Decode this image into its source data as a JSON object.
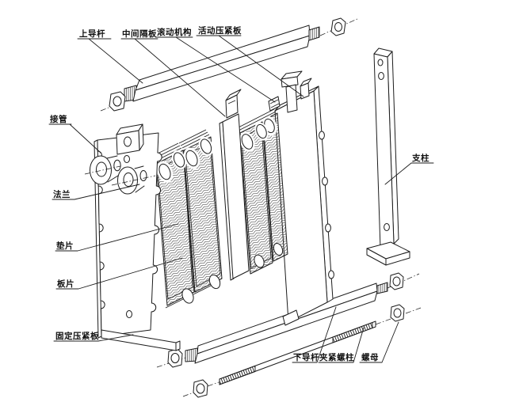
{
  "colors": {
    "background": "#ffffff",
    "line": "#1c1c1c"
  },
  "labels": {
    "upper_guide_rod": "上导杆",
    "middle_partition_plate": "中间隔板",
    "rolling_mechanism": "滚动机构",
    "movable_pressure_plate": "活动压紧板",
    "connecting_pipe": "接管",
    "flange": "法兰",
    "gasket": "垫片",
    "plate": "板片",
    "fixed_pressure_plate": "固定压紧板",
    "support_column": "支柱",
    "lower_guide_rod": "下导杆",
    "clamping_stud": "夹紧螺柱",
    "nut": "螺母"
  }
}
